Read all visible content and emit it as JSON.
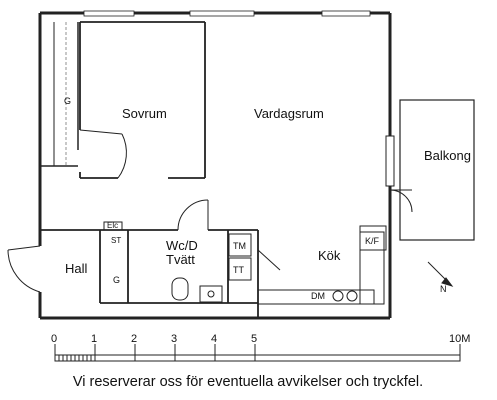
{
  "rooms": {
    "sovrum": "Sovrum",
    "vardagsrum": "Vardagsrum",
    "balkong": "Balkong",
    "hall": "Hall",
    "wc_line1": "Wc/D",
    "wc_line2": "Tvätt",
    "kok": "Kök"
  },
  "fixtures": {
    "wardrobe_g1": "G",
    "wardrobe_g2": "G",
    "elc": "Elc",
    "st": "ST",
    "tm": "TM",
    "tt": "TT",
    "dm": "DM",
    "kf": "K/F"
  },
  "scale": {
    "ticks": [
      "0",
      "1",
      "2",
      "3",
      "4",
      "5",
      "10M"
    ]
  },
  "disclaimer": "Vi reserverar oss för eventuella avvikelser och tryckfel.",
  "compass": "N"
}
